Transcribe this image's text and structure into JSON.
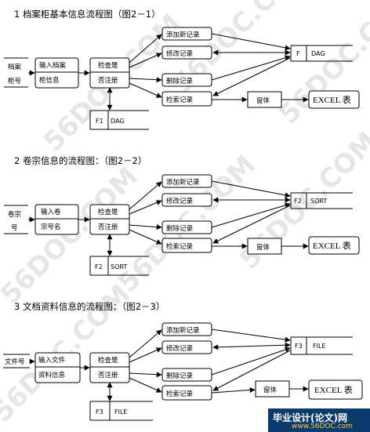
{
  "flows": [
    {
      "title": "1 档案柜基本信息流程图（图2－1）",
      "input_top": "档案",
      "input_bottom": "柜号",
      "process_top": "输入档案",
      "process_bottom": "柜信息",
      "check_top": "检查是",
      "check_bottom": "否注册",
      "ops": [
        "添加新记录",
        "修改记录",
        "删除记录",
        "检索记录"
      ],
      "datastore_id": "F",
      "datastore_name": "DAG",
      "local_store_id": "F1",
      "local_store_name": "DAG",
      "window": "窗体",
      "excel": "EXCEL 表"
    },
    {
      "title": "2 卷宗信息的流程图：（图2－2）",
      "input_top": "卷宗",
      "input_bottom": "号",
      "process_top": "输入卷",
      "process_bottom": "宗号名",
      "check_top": "检查是",
      "check_bottom": "否注册",
      "ops": [
        "添加新记录",
        "修改记录",
        "删除记录",
        "检索记录"
      ],
      "datastore_id": "F2",
      "datastore_name": "SORT",
      "local_store_id": "F2",
      "local_store_name": "SORT",
      "window": "窗体",
      "excel": "EXCEL 表"
    },
    {
      "title": "3 文档资料信息的流程图：（图2－3）",
      "input_top": "文件号",
      "input_bottom": "",
      "process_top": "输入文件",
      "process_bottom": "资料信息",
      "check_top": "检查是",
      "check_bottom": "否注册",
      "ops": [
        "添加新记录",
        "修改记录",
        "删除记录",
        "检索记录"
      ],
      "datastore_id": "F3",
      "datastore_name": "FILE",
      "local_store_id": "F3",
      "local_store_name": "FILE",
      "window": "窗体",
      "excel": "EXCEL 表"
    }
  ],
  "watermarks": [
    "56DOC.COM",
    "56DOC.COM",
    "56DOC.COM",
    "56DOC.COM",
    "56DOC.COM",
    "56DOC.COM",
    "56DOC.COM"
  ],
  "brand": {
    "line1": "毕业设计(论文)网",
    "line2": "www.56DOC.com"
  }
}
